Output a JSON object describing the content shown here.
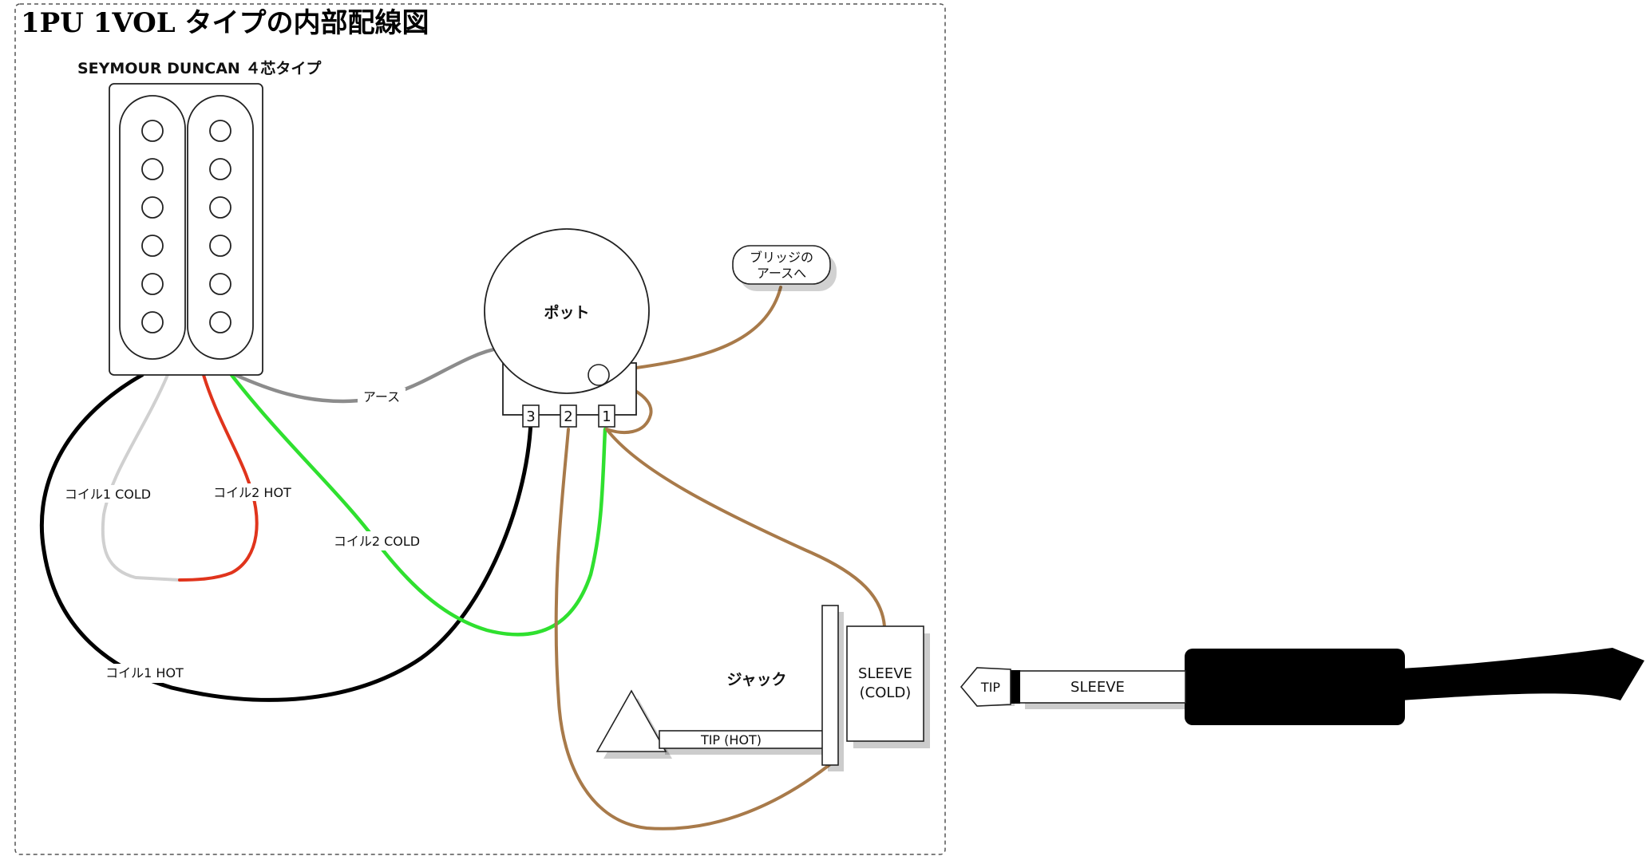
{
  "title": "1PU 1VOL タイプの内部配線図",
  "pickup": {
    "label": "SEYMOUR DUNCAN ４芯タイプ",
    "pole_count_per_coil": 6
  },
  "pot": {
    "label": "ポット",
    "lug_labels": [
      "3",
      "2",
      "1"
    ]
  },
  "bridge_ground": {
    "line1": "ブリッジの",
    "line2": "アースへ"
  },
  "jack": {
    "label": "ジャック",
    "sleeve_line1": "SLEEVE",
    "sleeve_line2": "(COLD)",
    "tip_label": "TIP (HOT)"
  },
  "plug": {
    "tip_label": "TIP",
    "sleeve_label": "SLEEVE"
  },
  "wires": [
    {
      "id": "ground",
      "label": "アース",
      "color": "#8c8c8c"
    },
    {
      "id": "coil1-cold",
      "label": "コイル1 COLD",
      "color": "#d0d0d0"
    },
    {
      "id": "coil2-hot",
      "label": "コイル2 HOT",
      "color": "#e0341c"
    },
    {
      "id": "coil2-cold",
      "label": "コイル2 COLD",
      "color": "#2fe02f"
    },
    {
      "id": "coil1-hot",
      "label": "コイル1 HOT",
      "color": "#000000"
    },
    {
      "id": "brown",
      "label": "",
      "color": "#a87a4a"
    }
  ]
}
